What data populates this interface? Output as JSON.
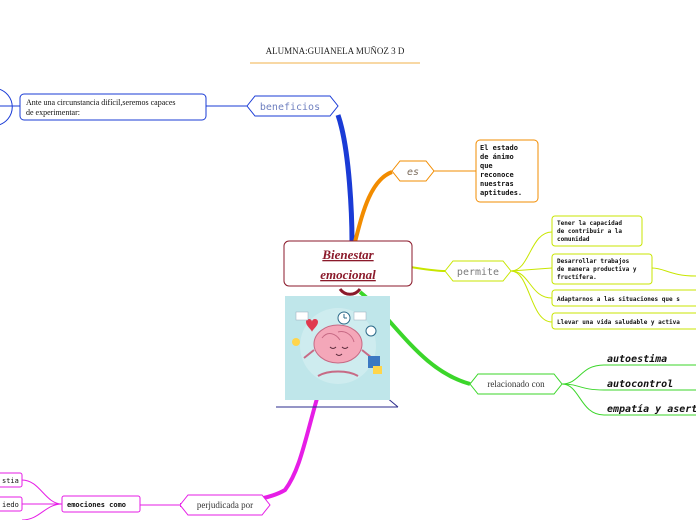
{
  "header": {
    "title": "ALUMNA:GUIANELA MUÑOZ  3 D"
  },
  "central": {
    "line1": "Bienestar",
    "line2": "emocional"
  },
  "beneficios": {
    "label": "beneficios",
    "detail_line1": "Ante una circunstancia difícil,seremos capaces",
    "detail_line2": "de experimentar:"
  },
  "es": {
    "label": "es",
    "detail_lines": [
      "El estado",
      "de ánimo",
      "que",
      "reconoce",
      "nuestras",
      "aptitudes."
    ]
  },
  "permite": {
    "label": "permite",
    "item1_lines": [
      "Tener la capacidad",
      "de contribuir a la",
      "comunidad"
    ],
    "item2_lines": [
      "Desarrollar trabajos",
      "de manera productiva y",
      "fructífera."
    ],
    "item3": "Adaptarnos a las situaciones que s",
    "item4": "Llevar una vida saludable y activa"
  },
  "relacionado": {
    "label": "relacionado con",
    "items": [
      "autoestima",
      "autocontrol",
      "empatía y asert"
    ]
  },
  "perjudicada": {
    "label": "perjudicada por",
    "emociones_label": "emociones como",
    "items": [
      "stia",
      "iedo"
    ]
  },
  "colors": {
    "blue": "#1a3bd6",
    "orange": "#f28c00",
    "yellow_green": "#c8e600",
    "green": "#3bd62a",
    "magenta": "#e61ee6",
    "maroon": "#8b1a2b",
    "navy": "#2b2b8c"
  },
  "illustration": {
    "icon": "brain-meditating-illustration"
  }
}
